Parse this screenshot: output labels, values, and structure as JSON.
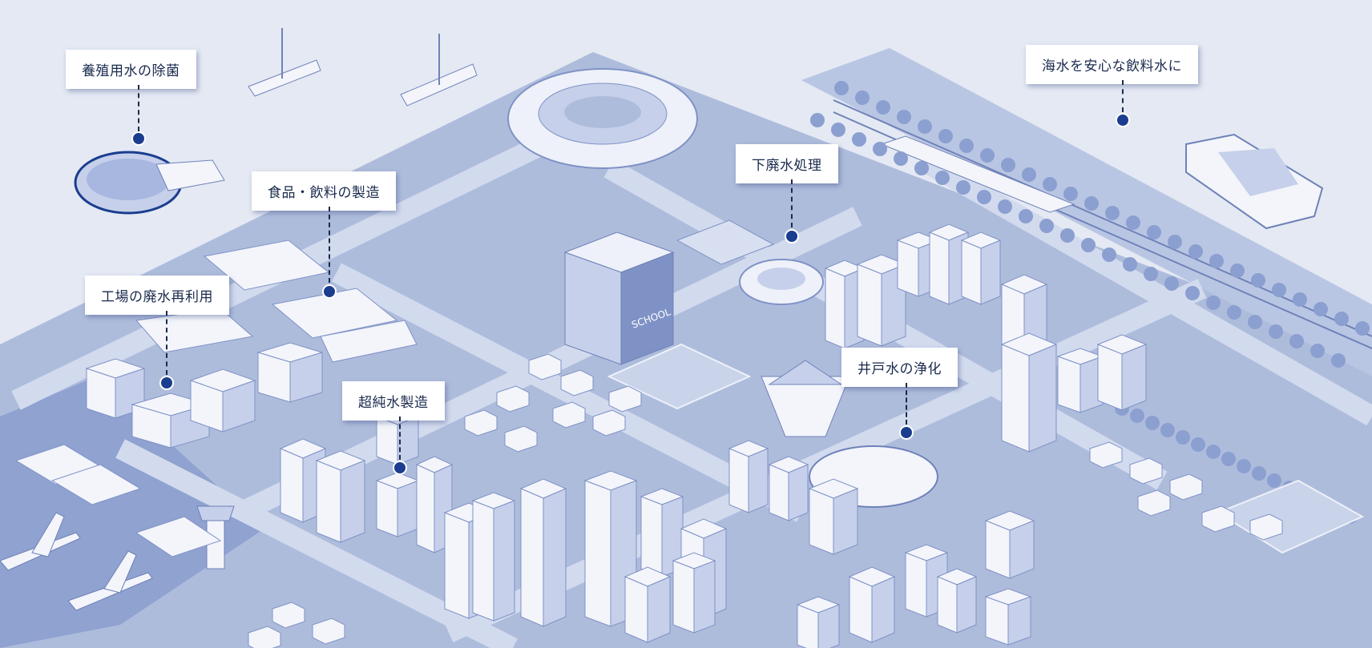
{
  "colors": {
    "background": "#e4e9f3",
    "ground": "#aebcdc",
    "road": "#c9d3ea",
    "building_light": "#f3f5fb",
    "building_mid": "#c6d0ea",
    "building_dark": "#7f92c6",
    "tree": "#8b9fd0",
    "marker": "#1b3d8f",
    "label_text": "#1a2a4d"
  },
  "callouts": [
    {
      "id": "aquaculture",
      "label": "養殖用水の除菌"
    },
    {
      "id": "food",
      "label": "食品・飲料の製造"
    },
    {
      "id": "factory",
      "label": "工場の廃水再利用"
    },
    {
      "id": "ultrapure",
      "label": "超純水製造"
    },
    {
      "id": "sewage",
      "label": "下廃水処理"
    },
    {
      "id": "well",
      "label": "井戸水の浄化"
    },
    {
      "id": "seawater",
      "label": "海水を安心な飲料水に"
    }
  ],
  "signs": {
    "school": "SCHOOL"
  }
}
